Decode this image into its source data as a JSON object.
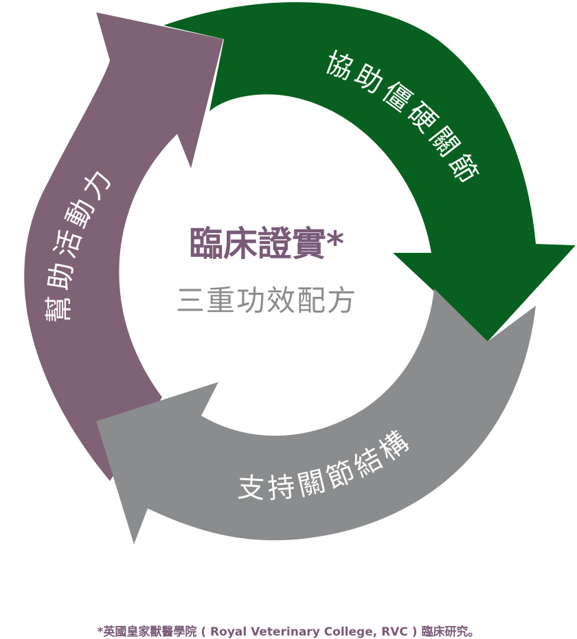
{
  "diagram": {
    "arrows": [
      {
        "key": "purple",
        "label": "幫助活動力",
        "color": "#7f6276"
      },
      {
        "key": "green",
        "label": "協助僵硬關節",
        "color": "#07601f"
      },
      {
        "key": "gray",
        "label": "支持關節結構",
        "color": "#8a8c8e"
      }
    ],
    "center": {
      "title": "臨床證實*",
      "subtitle": "三重功效配方"
    }
  },
  "footnote": "*英國皇家獸醫學院 ( Royal Veterinary College, RVC ) 臨床研究。"
}
